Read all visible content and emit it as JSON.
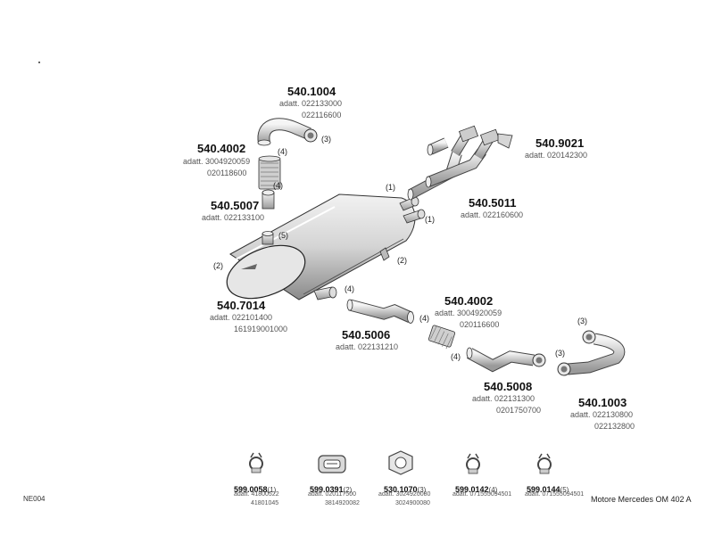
{
  "diagram": {
    "code": "NE004",
    "caption": "Motore Mercedes OM 402 A"
  },
  "parts": {
    "p1004": {
      "number": "540.1004",
      "refs": [
        "adatt. 022133000",
        "022116600"
      ]
    },
    "p4002a": {
      "number": "540.4002",
      "refs": [
        "adatt. 3004920059",
        "020118600"
      ]
    },
    "p5007": {
      "number": "540.5007",
      "refs": [
        "adatt. 022133100"
      ]
    },
    "p7014": {
      "number": "540.7014",
      "refs": [
        "adatt. 022101400",
        "161919001000"
      ]
    },
    "p5006": {
      "number": "540.5006",
      "refs": [
        "adatt. 022131210"
      ]
    },
    "p9021": {
      "number": "540.9021",
      "refs": [
        "adatt. 020142300"
      ]
    },
    "p5011": {
      "number": "540.5011",
      "refs": [
        "adatt. 022160600"
      ]
    },
    "p4002b": {
      "number": "540.4002",
      "refs": [
        "adatt. 3004920059",
        "020116600"
      ]
    },
    "p5008": {
      "number": "540.5008",
      "refs": [
        "adatt. 022131300",
        "0201750700"
      ]
    },
    "p1003": {
      "number": "540.1003",
      "refs": [
        "adatt. 022130800",
        "022132800"
      ]
    }
  },
  "callouts": {
    "c1": "(1)",
    "c2": "(2)",
    "c3": "(3)",
    "c4": "(4)",
    "c5": "(5)"
  },
  "accessories": [
    {
      "number": "599.0058",
      "qty": "(1)",
      "icon": "clamp-icon",
      "refs": [
        "adatt. 41800522",
        "41801045"
      ]
    },
    {
      "number": "599.0391",
      "qty": "(2)",
      "icon": "rubber-mount-icon",
      "refs": [
        "adatt. 020117500",
        "3814920082"
      ]
    },
    {
      "number": "530.1070",
      "qty": "(3)",
      "icon": "gasket-icon",
      "refs": [
        "adatt. 3024920080",
        "3024900080"
      ]
    },
    {
      "number": "599.0142",
      "qty": "(4)",
      "icon": "clamp-icon",
      "refs": [
        "adatt. 071555094501"
      ]
    },
    {
      "number": "599.0144",
      "qty": "(5)",
      "icon": "clamp-icon",
      "refs": [
        "adatt. 071555094501"
      ]
    }
  ]
}
